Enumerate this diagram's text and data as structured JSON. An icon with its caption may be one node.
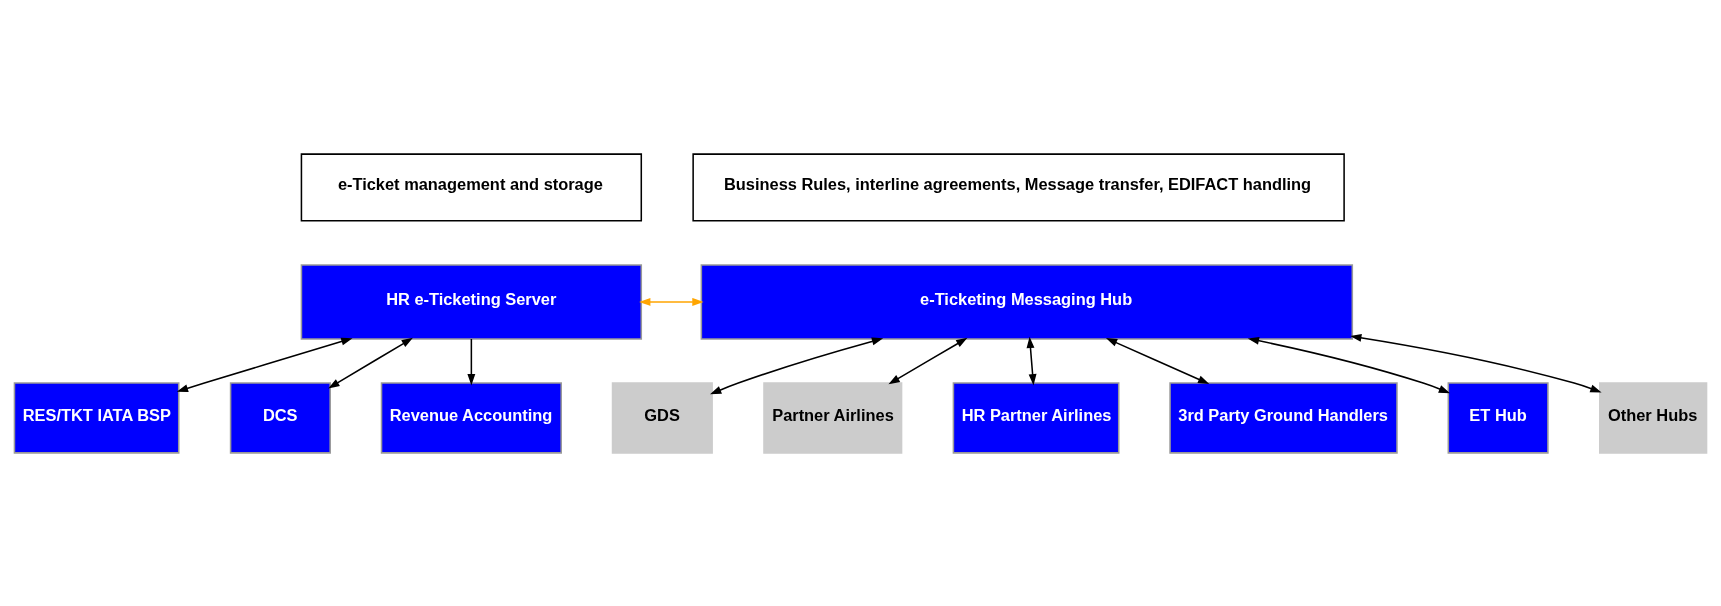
{
  "diagram": {
    "nodes": [
      {
        "text": [
          "e-Ticket management and storage"
        ]
      },
      {
        "text": [
          "Business Rules, interline agreements, Message transfer, EDIFACT handling"
        ]
      },
      {
        "text": [
          "HR e-Ticketing Server"
        ]
      },
      {
        "text": [
          "e-Ticketing Messaging Hub"
        ]
      },
      {
        "text": [
          "RES/TKT IATA BSP"
        ]
      },
      {
        "text": [
          "DCS"
        ]
      },
      {
        "text": [
          "Revenue Accounting"
        ]
      },
      {
        "text": [
          "GDS"
        ]
      },
      {
        "text": [
          "Partner Airlines"
        ]
      },
      {
        "text": [
          "HR Partner Airlines"
        ]
      },
      {
        "text": [
          "3rd Party Ground Handlers"
        ]
      },
      {
        "text": [
          "ET Hub"
        ]
      },
      {
        "text": [
          "Other Hubs"
        ]
      }
    ],
    "edges": [
      {
        "from": 2,
        "to": 3,
        "arrow": "both",
        "color": "#ffa500"
      },
      {
        "from": 2,
        "to": 4,
        "arrow": "both"
      },
      {
        "from": 2,
        "to": 5,
        "arrow": "both"
      },
      {
        "from": 2,
        "to": 6,
        "arrow": "to"
      },
      {
        "from": 3,
        "to": 7,
        "arrow": "both"
      },
      {
        "from": 3,
        "to": 8,
        "arrow": "both"
      },
      {
        "from": 3,
        "to": 9,
        "arrow": "both"
      },
      {
        "from": 3,
        "to": 10,
        "arrow": "both"
      },
      {
        "from": 3,
        "to": 11,
        "arrow": "both"
      },
      {
        "from": 3,
        "to": 12,
        "arrow": "both"
      }
    ]
  }
}
